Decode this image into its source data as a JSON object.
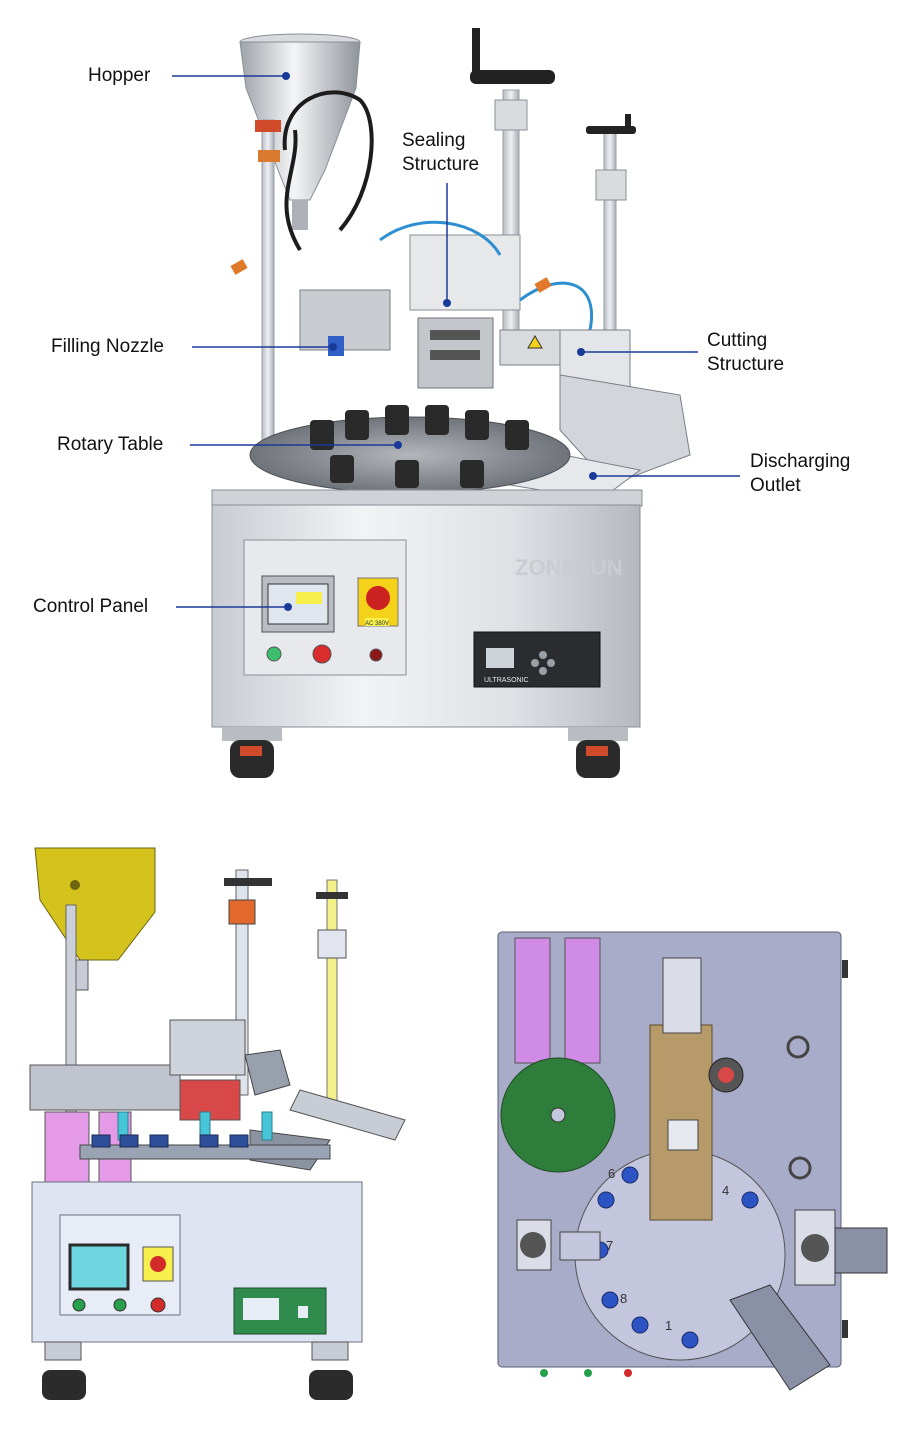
{
  "callouts": {
    "hopper": "Hopper",
    "sealing_line1": "Sealing",
    "sealing_line2": "Structure",
    "filling_nozzle": "Filling Nozzle",
    "cutting_line1": "Cutting",
    "cutting_line2": "Structure",
    "rotary_table": "Rotary Table",
    "discharging_line1": "Discharging",
    "discharging_line2": "Outlet",
    "control_panel": "Control Panel"
  },
  "machine_texts": {
    "ultrasonic": "ULTRASONIC",
    "voltage": "AC 380V"
  },
  "top_view_numbers": [
    "1",
    "4",
    "6",
    "7",
    "8"
  ],
  "watermark": "ZONESUN",
  "colors": {
    "callout_line": "#1a3a9a",
    "callout_dot": "#1a3a9a",
    "steel": "#c9ccd1",
    "steel_dark": "#8d9299",
    "cad_body": "#dfe4f2",
    "cad_hopper": "#d4c21d",
    "cad_pink": "#e59ae8",
    "cad_green": "#2e7d3a",
    "cad_top_bg": "#a9acc9",
    "cad_purple": "#d08be6",
    "cad_tan": "#b79a6a"
  }
}
